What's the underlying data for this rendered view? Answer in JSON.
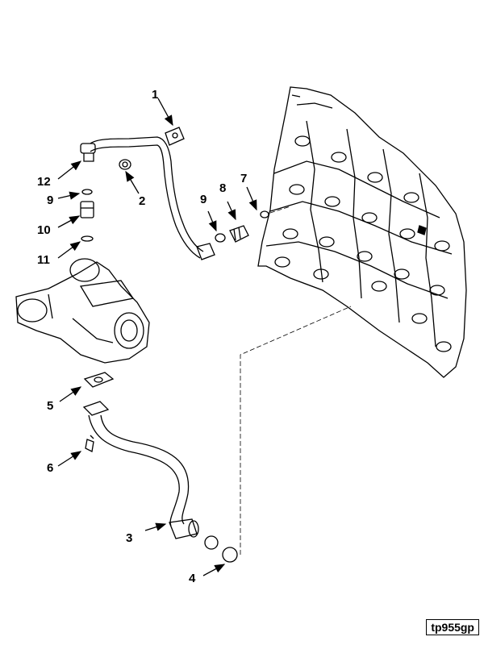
{
  "figure_id": "tp955gp",
  "callouts": {
    "c1": "1",
    "c2": "2",
    "c3": "3",
    "c4": "4",
    "c5": "5",
    "c6": "6",
    "c7": "7",
    "c8": "8",
    "c9a": "9",
    "c9b": "9",
    "c10": "10",
    "c11": "11",
    "c12": "12"
  }
}
